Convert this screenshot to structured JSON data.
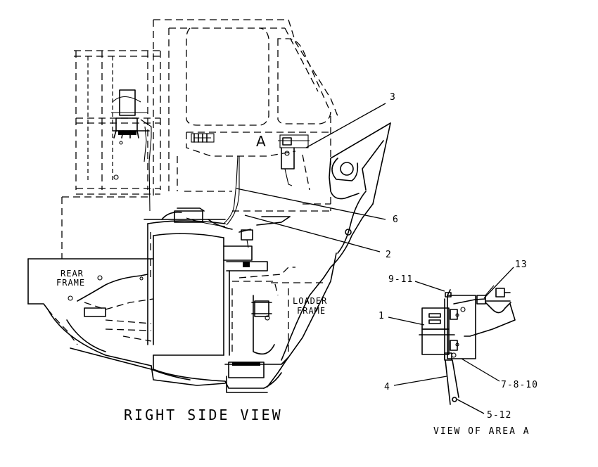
{
  "drawing": {
    "view_title": "RIGHT SIDE VIEW",
    "detail_title": "VIEW OF AREA A",
    "area_marker": "A",
    "rear_frame_label": [
      "REAR",
      "FRAME"
    ],
    "loader_frame_label": [
      "LOADER",
      "FRAME"
    ]
  },
  "callouts": {
    "c1": "1",
    "c2": "2",
    "c3": "3",
    "c4": "4",
    "c5": "5-12",
    "c6": "6",
    "c7": "7-8-10",
    "c9": "9-11",
    "c13": "13"
  }
}
